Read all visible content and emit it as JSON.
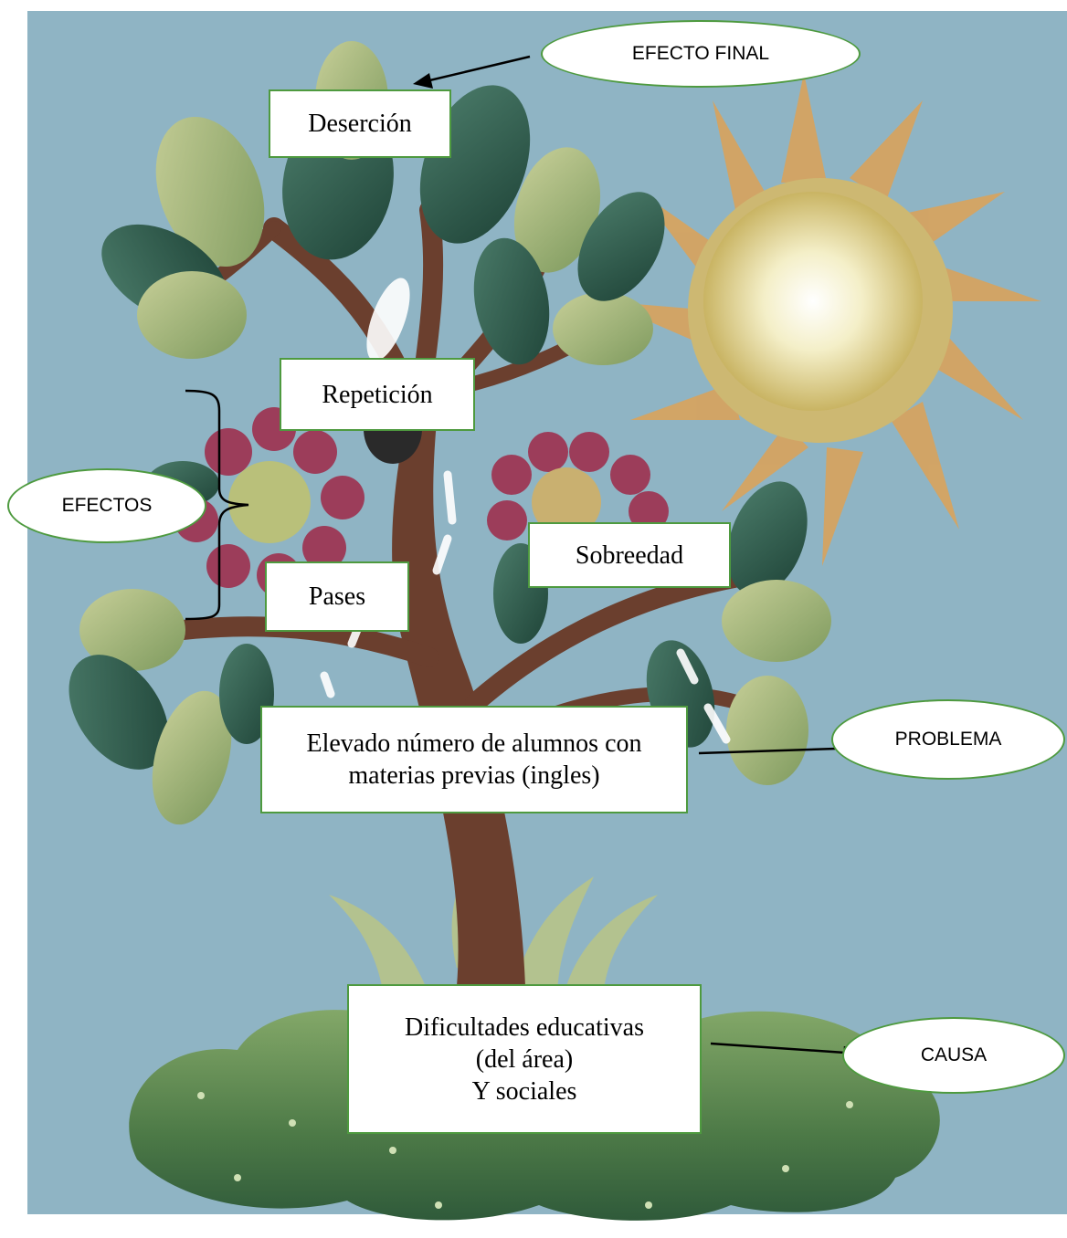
{
  "diagram": {
    "boxes": {
      "desercion": "Deserción",
      "repeticion": "Repetición",
      "sobreedad": "Sobreedad",
      "pases": "Pases",
      "problema": "Elevado número de alumnos con\nmaterias previas (ingles)",
      "causa": "Dificultades educativas\n(del área)\nY sociales"
    },
    "ovals": {
      "efecto_final": "EFECTO FINAL",
      "efectos": "EFECTOS",
      "problema": "PROBLEMA",
      "causa": "CAUSA"
    }
  },
  "colors": {
    "sky": "#8fb4c4",
    "box_border": "#4e9a3f",
    "trunk": "#6b3f2e",
    "leaf_dark": "#2f5d4f",
    "leaf_light": "#a9b880",
    "flower": "#9c3d5a",
    "sun": "#e8d98f",
    "sun_rays": "#d9a35c",
    "ground": "#5b8a4a"
  }
}
